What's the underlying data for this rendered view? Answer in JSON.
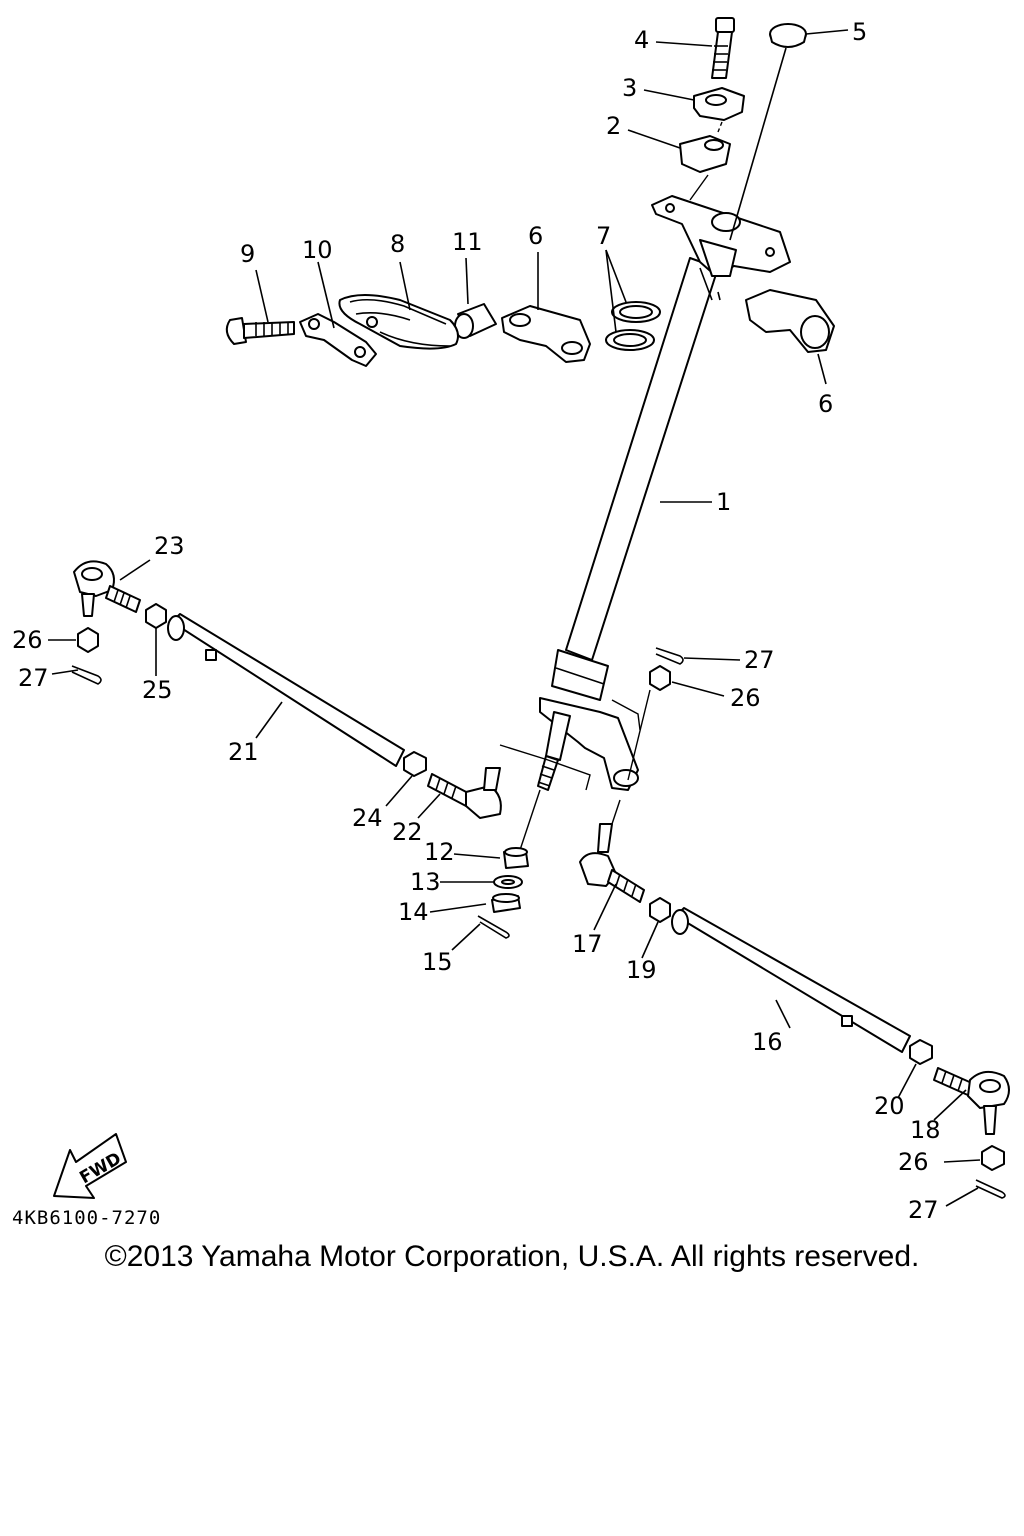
{
  "figure_code": "4KB6100-7270",
  "fwd_label": "FWD",
  "copyright": "©2013 Yamaha Motor Corporation, U.S.A. All rights reserved.",
  "callouts": [
    {
      "id": "c1",
      "text": "1"
    },
    {
      "id": "c2",
      "text": "2"
    },
    {
      "id": "c3",
      "text": "3"
    },
    {
      "id": "c4",
      "text": "4"
    },
    {
      "id": "c5",
      "text": "5"
    },
    {
      "id": "c6a",
      "text": "6"
    },
    {
      "id": "c6b",
      "text": "6"
    },
    {
      "id": "c7",
      "text": "7"
    },
    {
      "id": "c8",
      "text": "8"
    },
    {
      "id": "c9",
      "text": "9"
    },
    {
      "id": "c10",
      "text": "10"
    },
    {
      "id": "c11",
      "text": "11"
    },
    {
      "id": "c12",
      "text": "12"
    },
    {
      "id": "c13",
      "text": "13"
    },
    {
      "id": "c14",
      "text": "14"
    },
    {
      "id": "c15",
      "text": "15"
    },
    {
      "id": "c16",
      "text": "16"
    },
    {
      "id": "c17",
      "text": "17"
    },
    {
      "id": "c18",
      "text": "18"
    },
    {
      "id": "c19",
      "text": "19"
    },
    {
      "id": "c20",
      "text": "20"
    },
    {
      "id": "c21",
      "text": "21"
    },
    {
      "id": "c22",
      "text": "22"
    },
    {
      "id": "c23",
      "text": "23"
    },
    {
      "id": "c24",
      "text": "24"
    },
    {
      "id": "c25",
      "text": "25"
    },
    {
      "id": "c26a",
      "text": "26"
    },
    {
      "id": "c26b",
      "text": "26"
    },
    {
      "id": "c26c",
      "text": "26"
    },
    {
      "id": "c27a",
      "text": "27"
    },
    {
      "id": "c27b",
      "text": "27"
    },
    {
      "id": "c27c",
      "text": "27"
    }
  ]
}
